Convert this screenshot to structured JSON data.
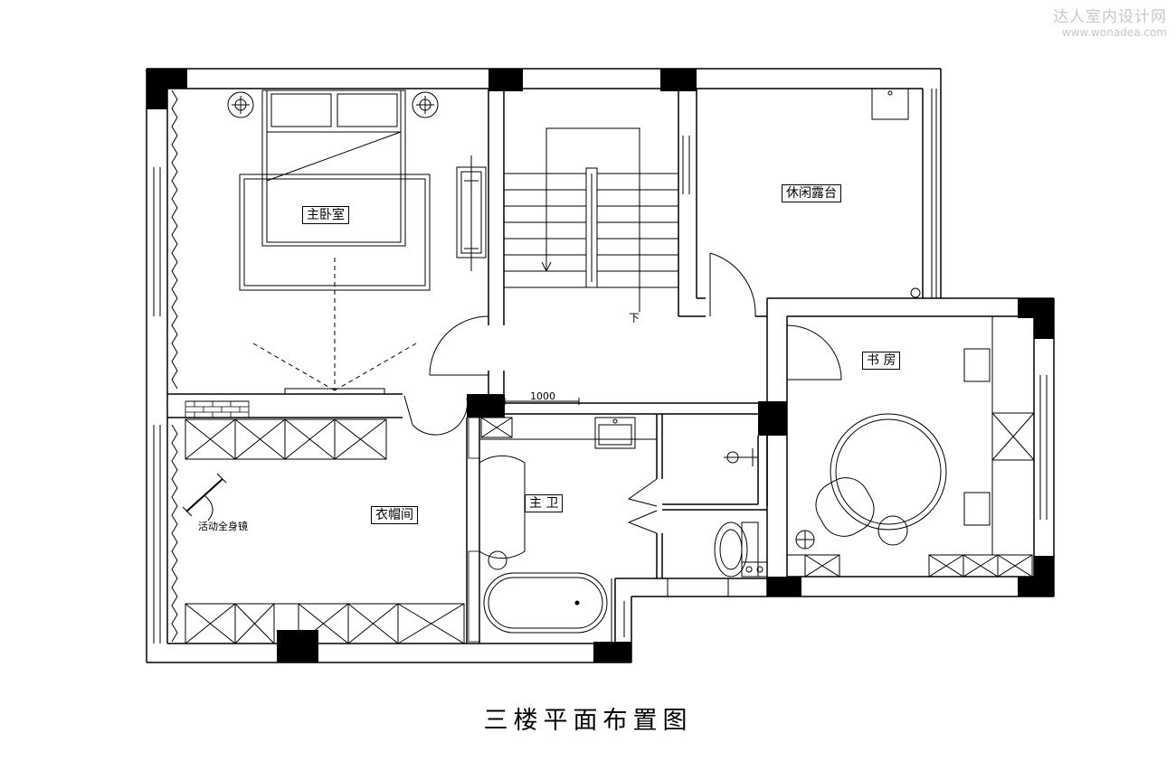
{
  "watermark": {
    "title": "达人室内设计网",
    "url": "www.wonadea.com"
  },
  "plan": {
    "rooms": {
      "master_bedroom": "主卧室",
      "leisure_terrace": "休闲露台",
      "study": "书 房",
      "cloakroom": "衣帽间",
      "master_bath": "主 卫"
    },
    "notes": {
      "movable_mirror": "活动全身镜",
      "stair_down": "下",
      "dimension": "1000"
    },
    "caption": "三楼平面布置图"
  }
}
